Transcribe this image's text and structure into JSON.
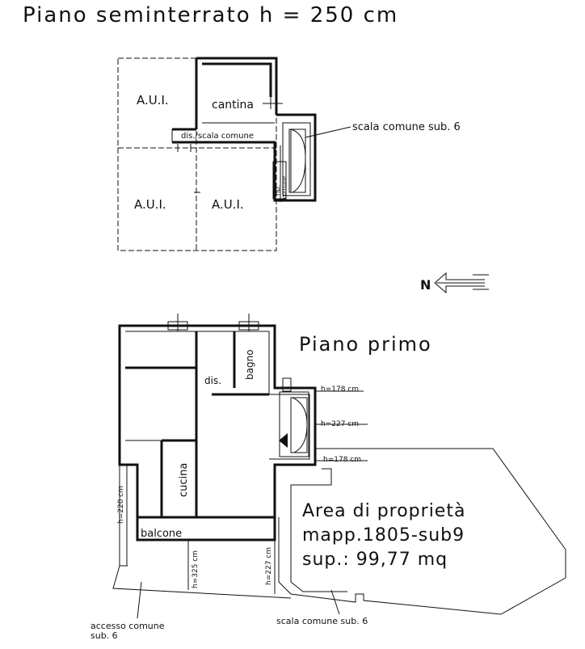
{
  "titles": {
    "seminterrato": "Piano seminterrato h = 250 cm",
    "primo": "Piano primo"
  },
  "seminterrato_rooms": {
    "aui_top_left": "A.U.I.",
    "cantina": "cantina",
    "dis_scala": "dis./scala comune",
    "aui_bottom_left": "A.U.I.",
    "aui_bottom_right": "A.U.I.",
    "rip_comune_1": "rip.",
    "rip_comune_2": "comune",
    "scala_label": "scala comune sub. 6"
  },
  "primo_rooms": {
    "bagno": "bagno",
    "dis": "dis.",
    "cucina": "cucina",
    "balcone": "balcone"
  },
  "heights": {
    "h178_top": "h=178 cm",
    "h227_right": "h=227 cm",
    "h178_bottom": "h=178 cm",
    "h220": "h=220 cm",
    "h325": "h=325 cm",
    "h227_bottom": "h=227 cm"
  },
  "north_label": "N",
  "area": {
    "line1": "Area di proprietà",
    "line2": "mapp.1805-sub9",
    "line3": "sup.: 99,77 mq"
  },
  "bottom_labels": {
    "accesso_1": "accesso comune",
    "accesso_2": "sub. 6",
    "scala_bottom": "scala comune sub. 6"
  }
}
